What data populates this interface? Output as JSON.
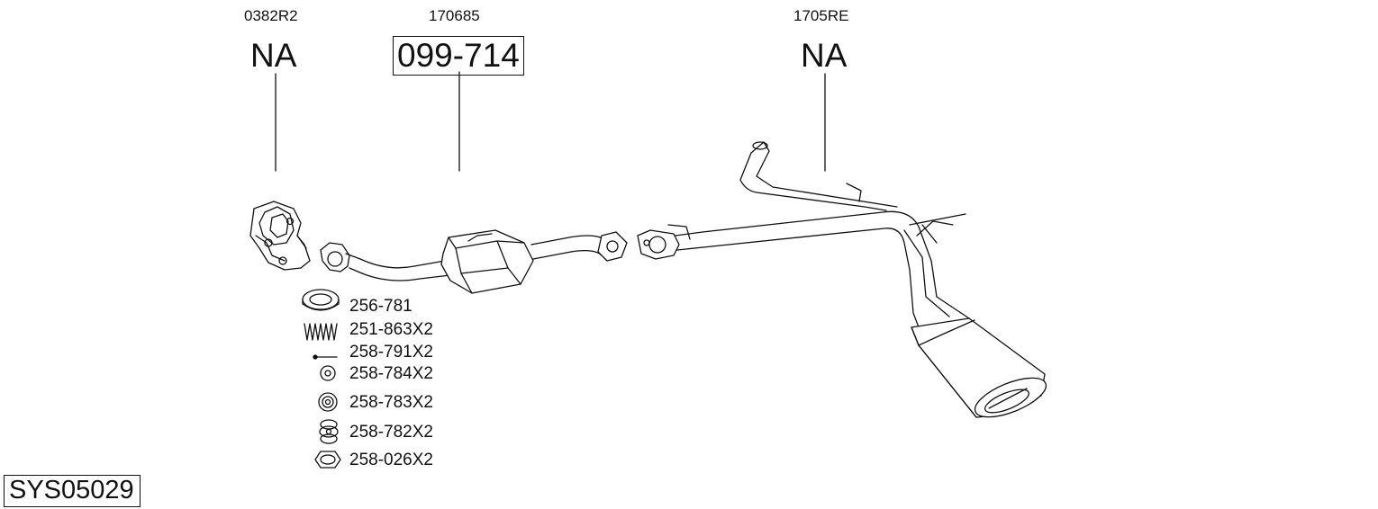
{
  "headers": [
    {
      "ref": "0382R2",
      "code": "NA",
      "boxed": false
    },
    {
      "ref": "170685",
      "code": "099-714",
      "boxed": true
    },
    {
      "ref": "1705RE",
      "code": "NA",
      "boxed": false
    }
  ],
  "parts": [
    {
      "number": "256-781",
      "icon": "gasket-ring-icon"
    },
    {
      "number": "251-863X2",
      "icon": "spring-icon"
    },
    {
      "number": "258-791X2",
      "icon": "bolt-icon"
    },
    {
      "number": "258-784X2",
      "icon": "washer-icon"
    },
    {
      "number": "258-783X2",
      "icon": "rubber-mount-icon"
    },
    {
      "number": "258-782X2",
      "icon": "mount-stack-icon"
    },
    {
      "number": "258-026X2",
      "icon": "hex-nut-icon"
    }
  ],
  "system_code": "SYS05029",
  "colors": {
    "line": "#111111",
    "fill": "#ffffff",
    "shade": "#e6e6e6"
  }
}
